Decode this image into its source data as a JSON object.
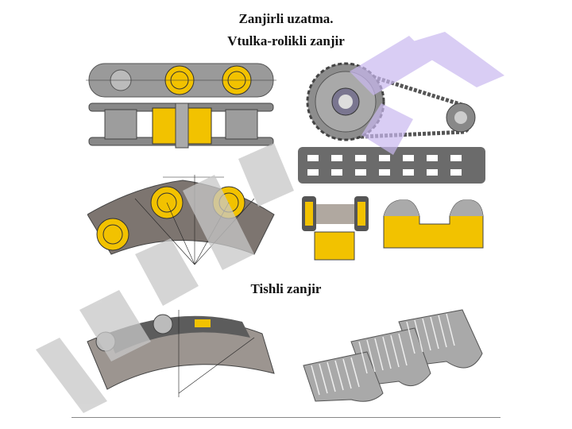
{
  "slide": {
    "title": "Zanjirli  uzatma.",
    "section1": "Vtulka-rolikli zanjir",
    "section2": "Tishli zanjir"
  },
  "colors": {
    "accent_yellow": "#f2c200",
    "metal": "#8c8c8c",
    "watermark_gray": "#c8c8c8",
    "watermark_lilac": "#c9b8f0"
  }
}
